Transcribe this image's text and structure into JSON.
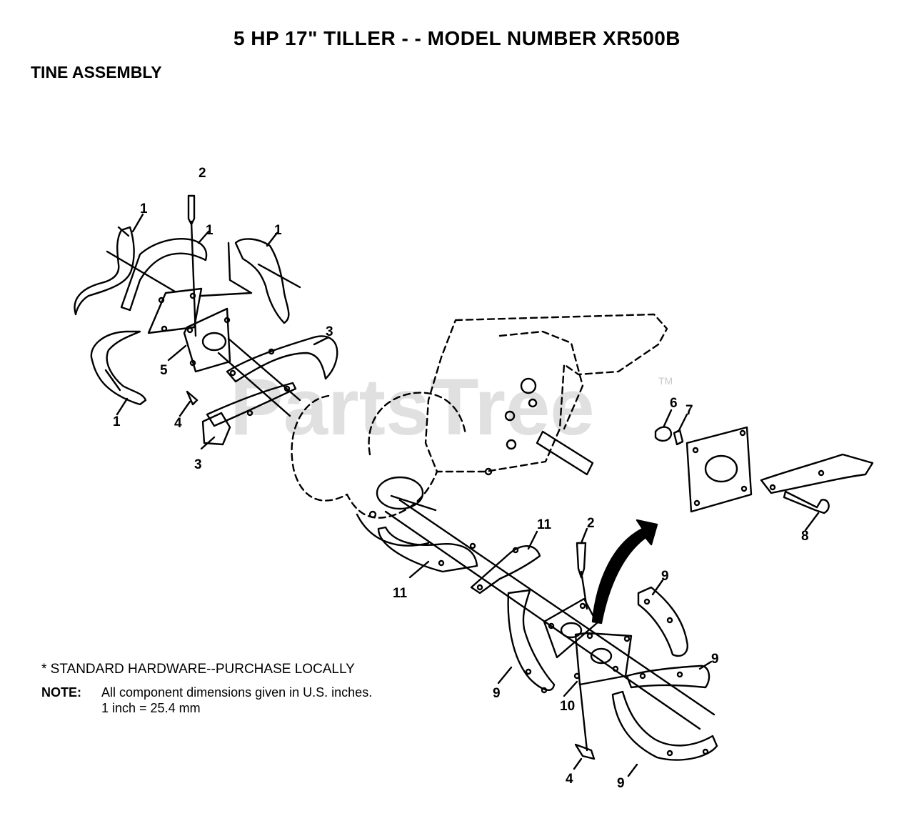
{
  "header": {
    "title": "5 HP  17\" TILLER - - MODEL NUMBER XR500B",
    "section": "TINE ASSEMBLY"
  },
  "watermark": {
    "text": "PartsTree",
    "tm": "TM"
  },
  "callouts": [
    "1",
    "1",
    "1",
    "1",
    "2",
    "3",
    "3",
    "4",
    "5",
    "6",
    "7",
    "8",
    "11",
    "11",
    "2",
    "9",
    "9",
    "9",
    "10",
    "4",
    "9"
  ],
  "footnote": "* STANDARD HARDWARE--PURCHASE LOCALLY",
  "note": {
    "label": "NOTE:",
    "line1": "All component dimensions given in U.S. inches.",
    "line2": "1 inch = 25.4 mm"
  },
  "colors": {
    "line": "#000000",
    "watermark": "#c8c8c8"
  }
}
